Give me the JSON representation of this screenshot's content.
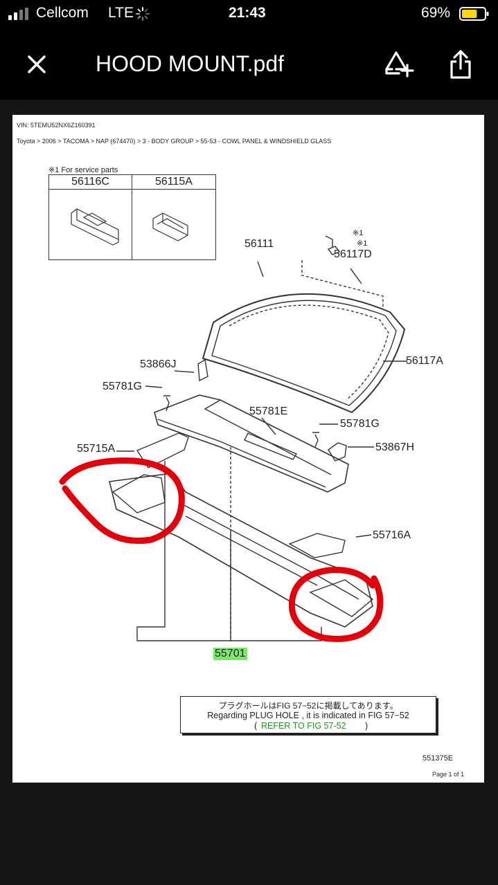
{
  "status_bar": {
    "carrier": "Cellcom",
    "network": "LTE",
    "time": "21:43",
    "battery_percent": "69%",
    "battery_level": 0.69
  },
  "nav": {
    "title": "HOOD MOUNT.pdf",
    "icons": [
      "close-icon",
      "markup-icon",
      "share-icon"
    ]
  },
  "pdf": {
    "vin": "VIN: 5TEMU52NX6Z160391",
    "breadcrumb": "Toyota > 2006 > TACOMA > NAP (674470) > 3 - BODY GROUP > 55-53 - COWL PANEL & WINDSHIELD GLASS",
    "service_note": "※1 For service parts",
    "service_parts": [
      "56116C",
      "56115A"
    ],
    "part_labels": {
      "p56111": "56111",
      "p56117D": "56117D",
      "p56117A": "56117A",
      "p53866J": "53866J",
      "p55781G_left": "55781G",
      "p55781E": "55781E",
      "p55781G_right": "55781G",
      "p55715A": "55715A",
      "p53867H": "53867H",
      "p55716A": "55716A",
      "p55701": "55701",
      "note1a": "※1",
      "note1b": "※1"
    },
    "plug_note_jp": "プラグホールはFIG 57−52に掲載してあります。",
    "plug_note_en": "Regarding PLUG HOLE , it is indicated in FIG 57−52",
    "refer_link": "REFER TO FIG 57-52",
    "open_paren": "(",
    "close_paren": ")",
    "diagram_code": "551375E",
    "page_footer": "Page 1 of 1",
    "colors": {
      "part_label": "#b3202a",
      "annotation_circle": "#e3000b",
      "highlight": "#7bea6a",
      "link": "#2e8b2e"
    }
  }
}
